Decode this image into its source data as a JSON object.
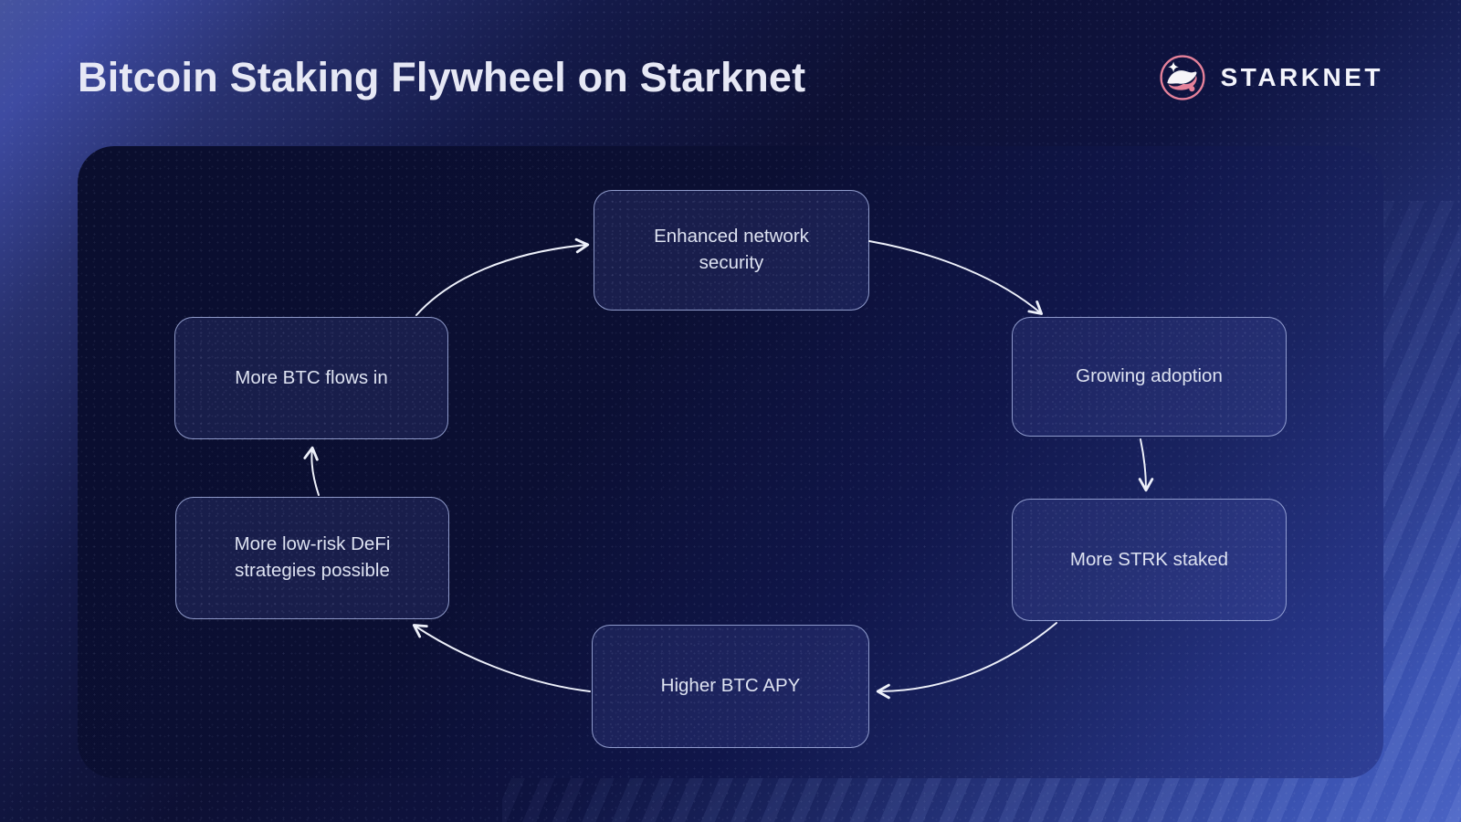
{
  "page": {
    "title": "Bitcoin Staking Flywheel on Starknet"
  },
  "brand": {
    "name": "STARKNET",
    "logo_icon": "starknet-swoosh-icon"
  },
  "flywheel": {
    "nodes": [
      {
        "id": "enhanced-network-security",
        "label": "Enhanced network security"
      },
      {
        "id": "growing-adoption",
        "label": "Growing adoption"
      },
      {
        "id": "more-strk-staked",
        "label": "More STRK staked"
      },
      {
        "id": "higher-btc-apy",
        "label": "Higher BTC APY"
      },
      {
        "id": "more-low-risk-defi",
        "label": "More low-risk DeFi strategies possible"
      },
      {
        "id": "more-btc-flows-in",
        "label": "More BTC flows in"
      }
    ],
    "edges": [
      {
        "from": "more-btc-flows-in",
        "to": "enhanced-network-security"
      },
      {
        "from": "enhanced-network-security",
        "to": "growing-adoption"
      },
      {
        "from": "growing-adoption",
        "to": "more-strk-staked"
      },
      {
        "from": "more-strk-staked",
        "to": "higher-btc-apy"
      },
      {
        "from": "higher-btc-apy",
        "to": "more-low-risk-defi"
      },
      {
        "from": "more-low-risk-defi",
        "to": "more-btc-flows-in"
      }
    ]
  },
  "colors": {
    "accent_pink": "#e5819a",
    "title_text": "#e6e8f5",
    "node_text": "#dde2f1",
    "node_border": "#a2afde",
    "panel_dark": "#0b0f33",
    "outer_blue_bright": "#4a63c4",
    "arrow": "#edf0fa"
  }
}
